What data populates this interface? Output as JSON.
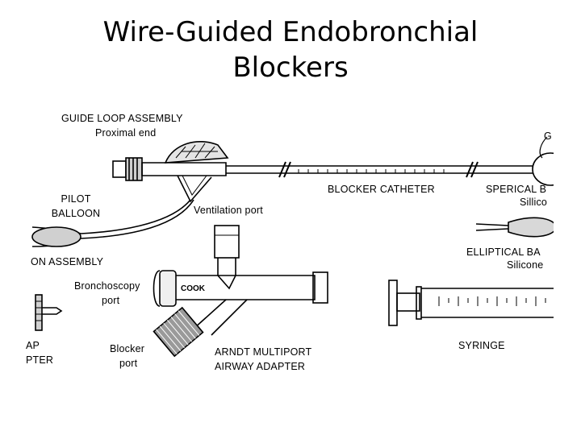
{
  "slide": {
    "title_line1": "Wire-Guided Endobronchial",
    "title_line2": "Blockers"
  },
  "figure": {
    "labels": {
      "guide_loop_assembly": "GUIDE LOOP ASSEMBLY",
      "proximal_end": "Proximal end",
      "g_partial": "G",
      "pilot": "PILOT",
      "balloon": "BALLOON",
      "blocker_catheter": "BLOCKER CATHETER",
      "sperical_partial": "SPERICAL B",
      "sillicone": "Sillico",
      "ventilation_port": "Ventilation port",
      "on_assembly": "ON ASSEMBLY",
      "elliptical_partial": "ELLIPTICAL BA",
      "silicone": "Silicone",
      "bronchoscopy": "Bronchoscopy",
      "port": "port",
      "cook": "COOK",
      "ap_partial": "AP",
      "pter_partial": "PTER",
      "blocker": "Blocker",
      "blocker_port": "port",
      "arndt_line1": "ARNDT MULTIPORT",
      "arndt_line2": "AIRWAY ADAPTER",
      "syringe": "SYRINGE"
    }
  }
}
